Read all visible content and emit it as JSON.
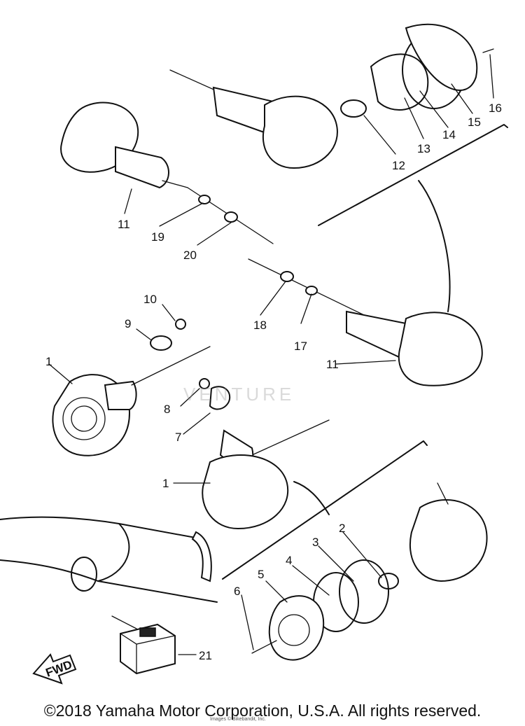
{
  "part_labels": [
    "1",
    "2",
    "3",
    "4",
    "5",
    "6",
    "7",
    "8",
    "9",
    "10",
    "11",
    "12",
    "13",
    "14",
    "15",
    "16",
    "17",
    "18",
    "19",
    "20",
    "21"
  ],
  "fwd_label": "FWD",
  "watermark_text": "VENTURE",
  "copyright": "©2018 Yamaha Motor Corporation, U.S.A. All rights reserved.",
  "sub_credit": "Images © Bikebandit, Inc.",
  "colors": {
    "ink": "#111111",
    "paper": "#ffffff"
  }
}
